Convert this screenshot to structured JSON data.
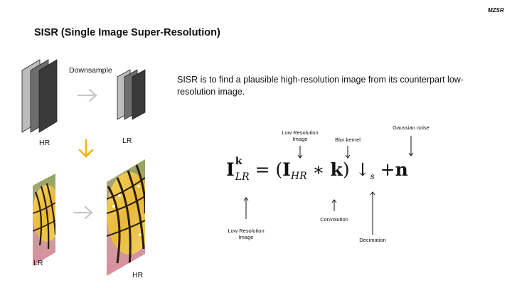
{
  "header": {
    "tag": "MZSR",
    "title": "SISR (Single Image Super-Resolution)"
  },
  "left_diagram": {
    "downsample_label": "Downsample",
    "hr_top": "HR",
    "lr_top": "LR",
    "lr_bottom": "LR",
    "hr_bottom": "HR",
    "arrow_color_gray": "#c8c8c8",
    "arrow_color_yellow": "#f5b400"
  },
  "description": "SISR is to find a plausible high-resolution image from its counterpart low-resolution image.",
  "equation": {
    "annotations": {
      "lr_image_top": [
        "Low Resolution",
        "Image"
      ],
      "blur_kernel": "Blur kernel",
      "gaussian_noise": "Gaussian noise",
      "lr_image_bottom": [
        "Low Resolution",
        "Image"
      ],
      "convolution": "Convolution",
      "decimation": "Decimation"
    }
  }
}
